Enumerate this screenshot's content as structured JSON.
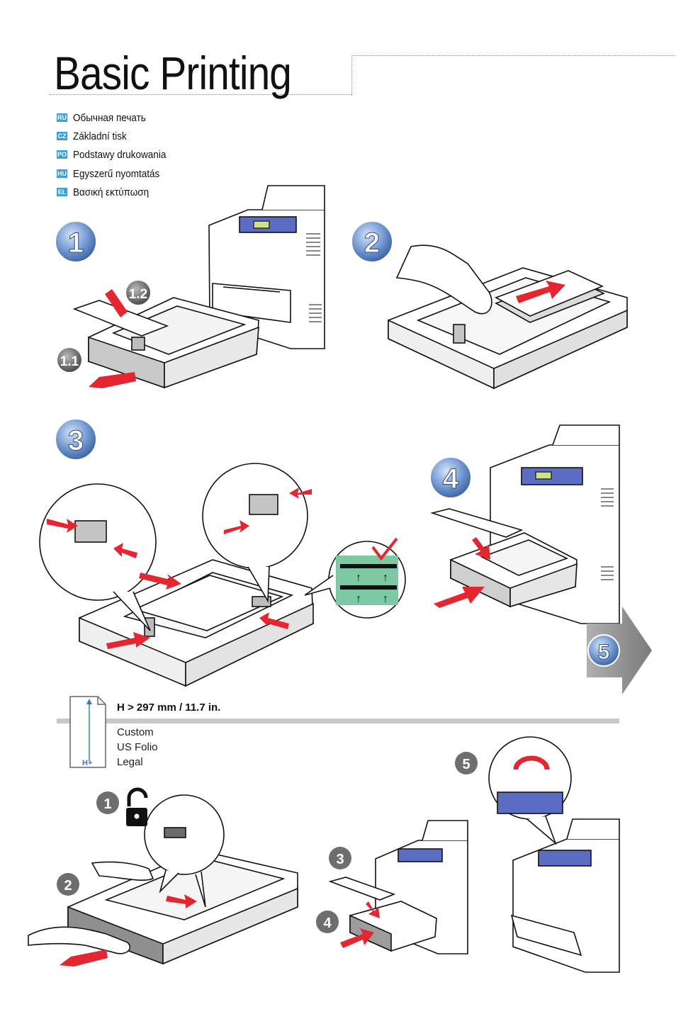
{
  "page": {
    "title": "Basic Printing"
  },
  "languages": [
    {
      "code": "RU",
      "text": "Обычная печать"
    },
    {
      "code": "CZ",
      "text": "Základní tisk"
    },
    {
      "code": "PO",
      "text": "Podstawy drukowania"
    },
    {
      "code": "HU",
      "text": "Egyszerű nyomtatás"
    },
    {
      "code": "EL",
      "text": "Βασική εκτύπωση"
    }
  ],
  "steps": {
    "s1": "1",
    "s1_1": "1.1",
    "s1_2": "1.2",
    "s2": "2",
    "s3": "3",
    "s4": "4",
    "next": "5"
  },
  "paper_size": {
    "height_label": "H > 297 mm / 11.7 in.",
    "axis_label": "H+",
    "items": [
      "Custom",
      "US Folio",
      "Legal"
    ]
  },
  "lower_steps": {
    "a": "1",
    "b": "2",
    "c": "3",
    "d": "4",
    "e": "5"
  },
  "colors": {
    "accent_red": "#e3262f",
    "badge_blue": "#6b93cf",
    "badge_grey": "#6e6e6e",
    "guide_green": "#7cc9a4",
    "tag_blue": "#3aa0d9"
  },
  "icons": [
    "unlock-icon",
    "check-icon",
    "arrow-right-icon"
  ]
}
